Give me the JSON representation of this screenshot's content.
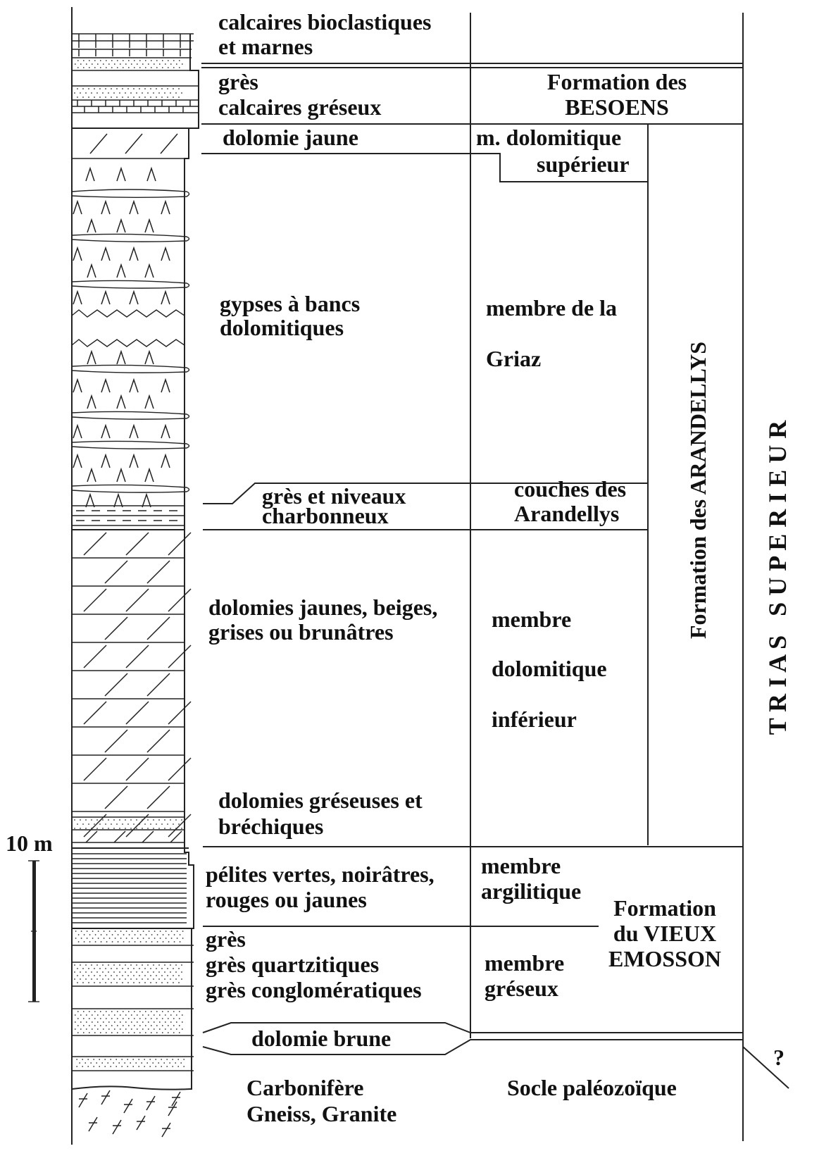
{
  "lithology": {
    "calcaires": [
      "calcaires bioclastiques",
      "et marnes"
    ],
    "gres_besoens": [
      "grès",
      "calcaires gréseux"
    ],
    "dolomie_jaune": [
      "dolomie jaune"
    ],
    "gypses": [
      "gypses à bancs",
      "dolomitiques"
    ],
    "gres_charbon": [
      "grès et niveaux",
      "charbonneux"
    ],
    "dolomies": [
      "dolomies jaunes, beiges,",
      "grises ou brunâtres"
    ],
    "dol_greseuses": [
      "dolomies gréseuses et",
      "bréchiques"
    ],
    "pelites": [
      "pélites vertes, noirâtres,",
      "rouges ou jaunes"
    ],
    "gres_vieux": [
      "grès",
      "grès quartzitiques",
      "grès conglomératiques"
    ],
    "dolomie_brune": [
      "dolomie brune"
    ],
    "socle": [
      "Carbonifère",
      "Gneiss, Granite"
    ]
  },
  "members": {
    "besoens": [
      "Formation des",
      "BESOENS"
    ],
    "m_dol_sup": [
      "m. dolomitique",
      "supérieur"
    ],
    "griaz": [
      "membre de la",
      "Griaz"
    ],
    "couches": [
      "couches des",
      "Arandellys"
    ],
    "m_dol_inf": [
      "membre",
      "dolomitique",
      "inférieur"
    ],
    "argilitique": [
      "membre",
      "argilitique"
    ],
    "greseux": [
      "membre",
      "gréseux"
    ],
    "socle_paleo": [
      "Socle paléozoïque"
    ]
  },
  "formations": {
    "arandellys": "Formation des ARANDELLYS",
    "vieux_emosson": [
      "Formation",
      "du VIEUX",
      "EMOSSON"
    ]
  },
  "age": {
    "trias": "T R I A S   S U P E R I E U R",
    "question": "?"
  },
  "scale": {
    "label": "10 m"
  }
}
